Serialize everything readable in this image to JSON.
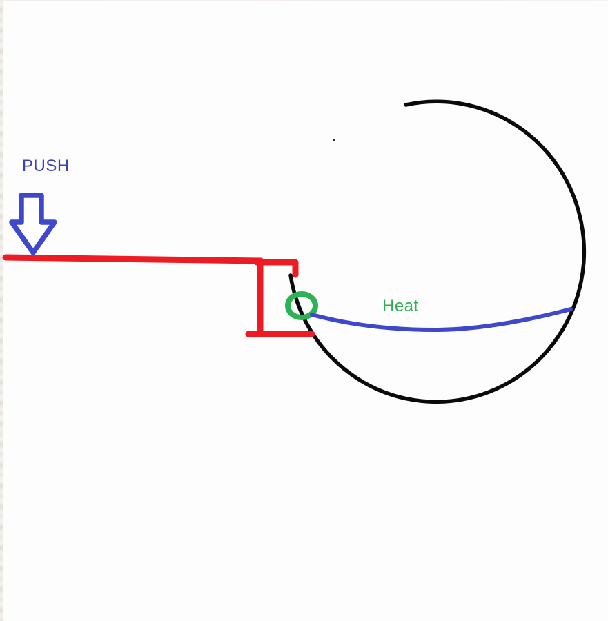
{
  "canvas": {
    "background": "#fdfdfd"
  },
  "labels": {
    "push": "PUSH",
    "heat": "Heat"
  },
  "colors": {
    "red": "#ed1c24",
    "blue": "#3f48cc",
    "green": "#2bb254",
    "black": "#0a0a0a",
    "push_text": "#3c42b2",
    "heat_text": "#2fae55",
    "stray_dot": "#2a2a2a"
  },
  "shapes": {
    "push_arrow": "hollow-down-arrow",
    "lever": "red-lever-with-step-notch",
    "pivot_ring": "green-circle-outline",
    "heat_curve": "blue-curved-line",
    "open_circle": "large-black-open-circle"
  }
}
